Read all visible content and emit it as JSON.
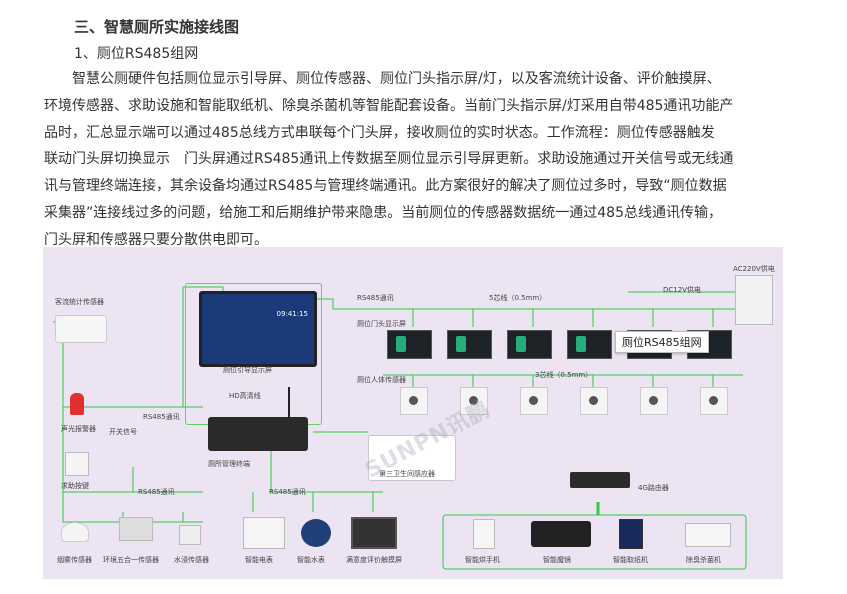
{
  "heading": "三、智慧厕所实施接线图",
  "subheading": "1、厕位RS485组网",
  "paragraph_lines": [
    "　　智慧公厕硬件包括厕位显示引导屏、厕位传感器、厕位门头指示屏/灯，以及客流统计设备、评价触摸屏、",
    "环境传感器、求助设施和智能取纸机、除臭杀菌机等智能配套设备。当前门头指示屏/灯采用自带485通讯功能产",
    "品时，汇总显示端可以通过485总线方式串联每个门头屏，接收厕位的实时状态。工作流程：厕位传感器触发",
    "联动门头屏切换显示　门头屏通过RS485通讯上传数据至厕位显示引导屏更新。求助设施通过开关信号或无线通",
    "讯与管理终端连接，其余设备均通过RS485与管理终端通讯。此方案很好的解决了厕位过多时，导致“厕位数据",
    "采集器”连接线过多的问题，给施工和后期维护带来隐患。当前厕位的传感器数据统一通过485总线通讯传输，",
    "门头屏和传感器只要分散供电即可。"
  ],
  "diagram": {
    "labels": {
      "passenger_sensor": "客流统计传感器",
      "guide_screen": "厕位引导显示屏",
      "hd_link": "HD高清线",
      "rs485_top": "RS485通讯",
      "wire5": "5芯线（0.5mm）",
      "ac220": "AC220V供电",
      "dc12": "DC12V供电",
      "door_screen": "厕位门头显示屏",
      "body_sensor": "厕位人体传感器",
      "wire3": "3芯线（0.5mm）",
      "alarm": "声光报警器",
      "switch_signal": "开关信号",
      "rs485_left": "RS485通讯",
      "help_button": "求助按键",
      "terminal": "厕所管理终端",
      "third_sensor": "第三卫生间感应器",
      "router": "4G路由器",
      "rs485_bl": "RS485通讯",
      "rs485_bm": "RS485通讯",
      "smoke": "烟雾传感器",
      "env": "环境五合一传感器",
      "water_level": "水浸传感器",
      "meter": "智能电表",
      "water_meter": "智能水表",
      "touch": "满意度评价触摸屏",
      "hand_dryer": "智能烘手机",
      "smart_mirror": "智能魔镜",
      "paper": "智能取纸机",
      "deodor": "除臭杀菌机"
    },
    "watermark": "SUNPN讯鹏",
    "tooltip": "厕位RS485组网",
    "guide_screen_text": "09:41:15"
  }
}
